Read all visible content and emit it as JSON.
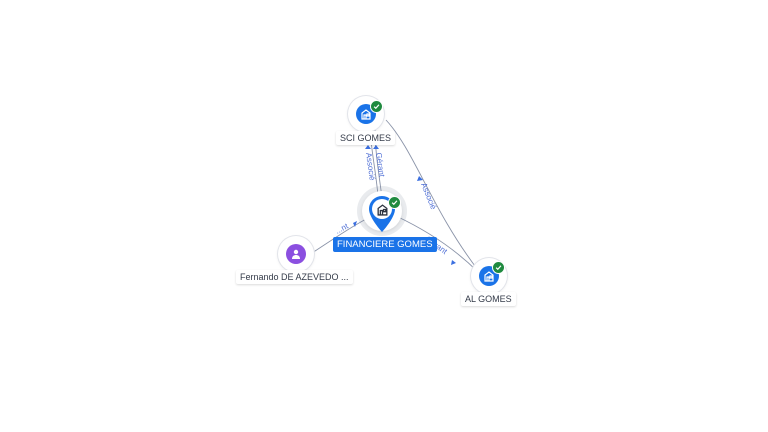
{
  "nodes": {
    "sci_gomes": {
      "label": "SCI GOMES",
      "type": "company",
      "verified": true,
      "icon": "building-icon"
    },
    "financiere_gomes": {
      "label": "FINANCIERE GOMES",
      "type": "company",
      "verified": true,
      "icon": "building-icon",
      "focused": true
    },
    "fernando": {
      "label": "Fernando DE AZEVEDO ...",
      "type": "person",
      "verified": false,
      "icon": "person-icon"
    },
    "al_gomes": {
      "label": "AL GOMES",
      "type": "company",
      "verified": true,
      "icon": "building-icon"
    }
  },
  "edges": {
    "fin_sci": {
      "from": "financiere_gomes",
      "to": "sci_gomes",
      "label_line1": "Gérant",
      "label_line2": "Associé"
    },
    "sci_al": {
      "from": "sci_gomes",
      "to": "al_gomes",
      "label": "Associé"
    },
    "fin_al": {
      "from": "financiere_gomes",
      "to": "al_gomes",
      "label": "Gérant"
    },
    "fer_fin": {
      "from": "fernando",
      "to": "financiere_gomes",
      "label": "...nt"
    }
  },
  "colors": {
    "company": "#1a73e8",
    "person": "#8b4fe0",
    "verified": "#1f8a3f",
    "edge": "#8a93a8",
    "edge_label": "#4f6fd6"
  }
}
